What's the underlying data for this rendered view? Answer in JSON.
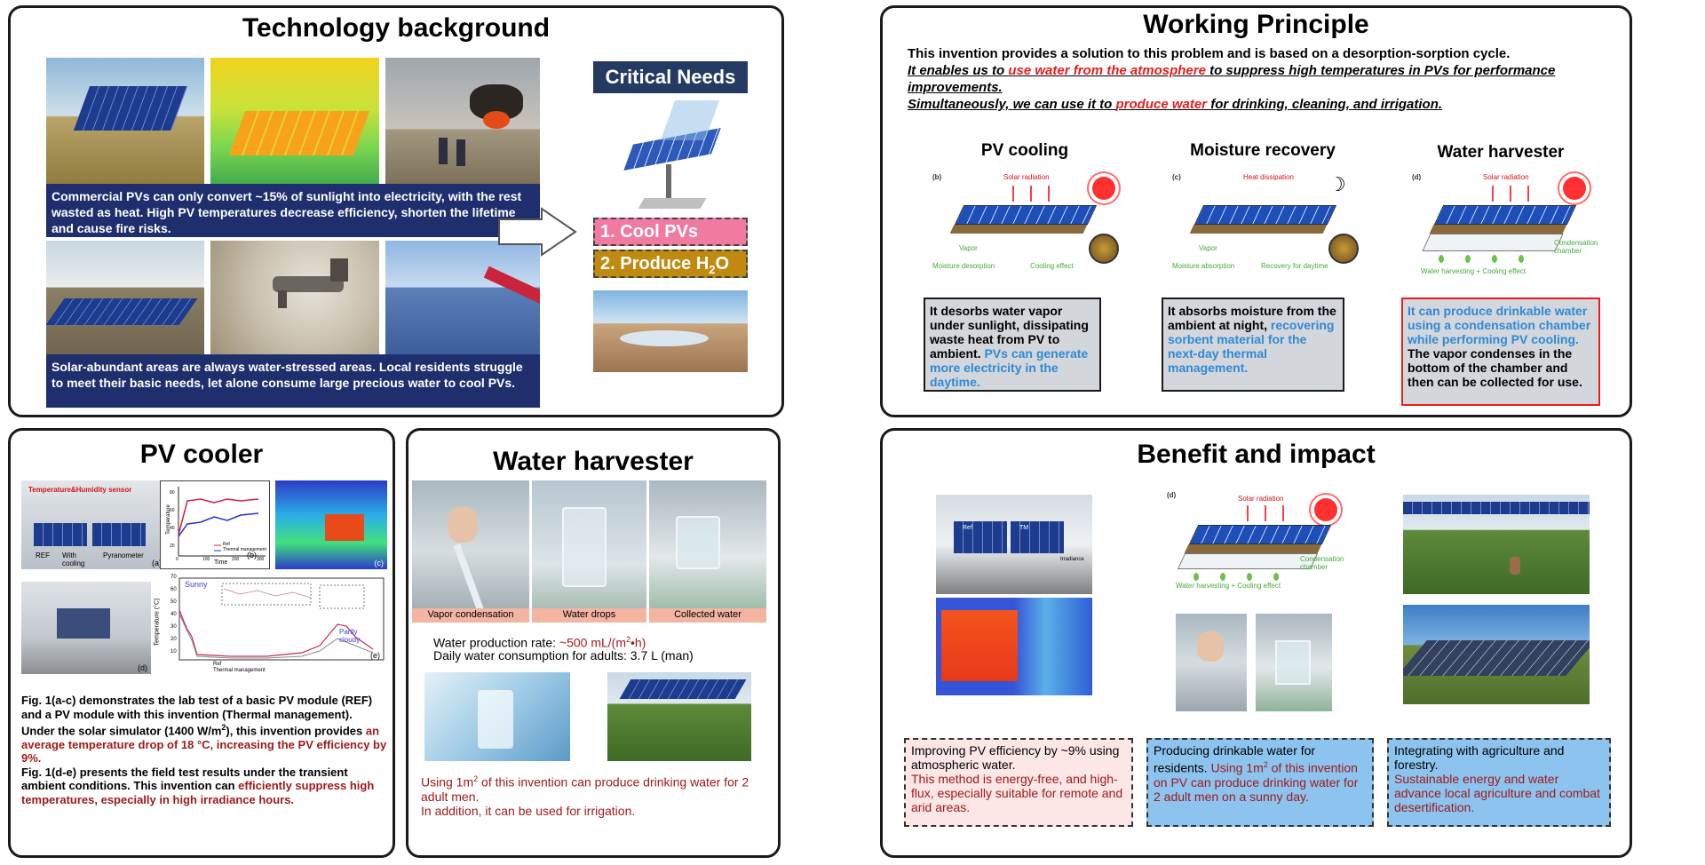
{
  "tech": {
    "title": "Technology background",
    "critical_needs": "Critical Needs",
    "text1": "Commercial PVs can only convert ~15% of sunlight into electricity, with the rest wasted as heat. High PV temperatures decrease efficiency, shorten the lifetime and cause fire risks.",
    "text2": "Solar-abundant areas are always water-stressed areas. Local residents struggle to meet their basic needs, let alone consume large precious water to cool PVs.",
    "need1": "1. Cool PVs",
    "need2": "2. Produce H",
    "need2_sub": "2",
    "need2_end": "O"
  },
  "principle": {
    "title": "Working Principle",
    "line1": "This invention provides a solution to this problem and is based on a desorption-sorption cycle.",
    "line2_a": "It enables us to ",
    "line2_b": "use water from the atmosphere",
    "line2_c": " to suppress high temperatures in PVs for performance improvements.",
    "line3_a": "Simultaneously, we can use it to ",
    "line3_b": "produce water",
    "line3_c": " for drinking, cleaning, and irrigation.",
    "col1_title": "PV cooling",
    "col2_title": "Moisture recovery",
    "col3_title": "Water harvester",
    "d1": {
      "tag": "(b)",
      "top": "Solar radiation",
      "l1": "Vapor",
      "l2": "Moisture desorption",
      "l3": "Cooling effect"
    },
    "d2": {
      "tag": "(c)",
      "top": "Heat dissipation",
      "l1": "Vapor",
      "l2": "Moisture absorption",
      "l3": "Recovery for daytime"
    },
    "d3": {
      "tag": "(d)",
      "top": "Solar radiation",
      "l1": "Condensation chamber",
      "l2": "Water harvesting + Cooling effect",
      "l3": ""
    },
    "box1_a": "It desorbs water vapor under sunlight, dissipating waste heat from PV to ambient. ",
    "box1_b": "PVs can generate more electricity in the daytime.",
    "box2_a": "It absorbs moisture from the ambient at night, ",
    "box2_b": "recovering sorbent material for the next-day thermal management.",
    "box3_a": "It can produce drinkable water using a condensation chamber while performing PV cooling.",
    "box3_b": " The vapor condenses in the bottom of the chamber and then can be collected for use."
  },
  "cooler": {
    "title": "PV cooler",
    "sensor_label": "Temperature&Humidity sensor",
    "img_labels": [
      "REF",
      "With cooling",
      "Pyranometer"
    ],
    "tags": [
      "(a)",
      "(b)",
      "(c)",
      "(d)",
      "(e)"
    ],
    "chart_b": {
      "ylabel": "Temperature",
      "xlabel": "Time",
      "legend": [
        "Ref",
        "Thermal management"
      ],
      "xticks": [
        "0",
        "100",
        "200",
        "300"
      ],
      "yticks": [
        "80",
        "60",
        "40",
        "20"
      ]
    },
    "chart_e": {
      "ylabel": "Temperature (°C)",
      "legend": [
        "Ref",
        "Thermal management"
      ],
      "yticks": [
        "70",
        "60",
        "50",
        "40",
        "30",
        "20",
        "10"
      ],
      "sunny": "Sunny",
      "cloudy": "Partly cloudy"
    },
    "p1_a": "Fig. 1(a-c) demonstrates the lab test of a basic PV module (REF) and a PV module with this invention (Thermal management). Under the solar simulator (1400 W/m",
    "p1_sup": "2",
    "p1_b": "), this invention provides ",
    "p1_c": "an average temperature drop of 18 °C, increasing the PV efficiency by 9%.",
    "p2_a": "Fig. 1(d-e) presents the field test results under the transient ambient conditions. This invention can ",
    "p2_b": "efficiently suppress high temperatures, especially in high irradiance hours."
  },
  "harvester": {
    "title": "Water harvester",
    "captions": [
      "Vapor condensation",
      "Water drops",
      "Collected water"
    ],
    "rate_label": "Water production rate:  ",
    "rate_value": "~500 mL/(m",
    "rate_sup": "2",
    "rate_end": "•h)",
    "daily": "Daily water consumption for adults:  3.7 L (man)",
    "bottom_a": "Using 1m",
    "bottom_sup": "2",
    "bottom_b": " of this invention can produce drinking water for 2 adult men.",
    "bottom_c": "In addition, it can be used for irrigation."
  },
  "benefit": {
    "title": "Benefit and impact",
    "diag": {
      "tag": "(d)",
      "top": "Solar radiation",
      "l1": "Condensation chamber",
      "l2": "Water harvesting + Cooling effect"
    },
    "photo_labels": [
      "Ref",
      "TM",
      "Irradiance"
    ],
    "b1_a": "Improving PV efficiency by ~9% using atmospheric water.",
    "b1_b": "This method is energy-free, and high-flux, especially suitable for remote and arid areas.",
    "b2_a": "Producing drinkable water for residents. ",
    "b2_b": "Using 1m",
    "b2_sup": "2",
    "b2_c": " of this invention on PV can produce drinking water for 2 adult men on a sunny day.",
    "b3_a": "Integrating with agriculture and forestry.",
    "b3_b": "Sustainable energy and water advance local agriculture and combat desertification."
  },
  "colors": {
    "navy": "#1f2f6d",
    "pink": "#f07aa0",
    "gold": "#c08a10",
    "blue_text": "#2f8ad8",
    "dark_red": "#a01a1a",
    "red": "#e41d1d",
    "benefit_pink": "#fde6e6",
    "benefit_blue": "#8cc4ef"
  }
}
